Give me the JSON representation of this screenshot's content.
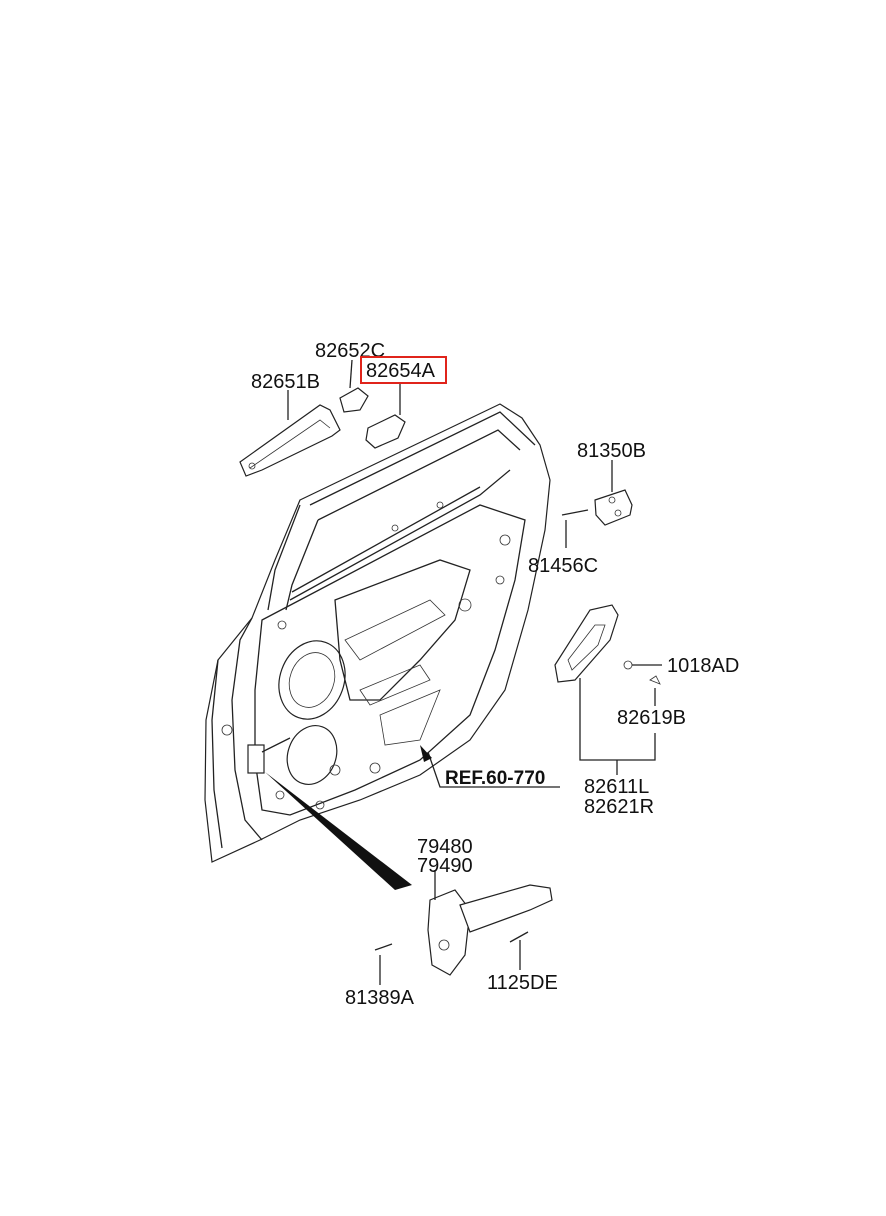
{
  "diagram": {
    "highlight_color": "#e0241b",
    "labels": {
      "p82652C": "82652C",
      "p82654A": "82654A",
      "p82651B": "82651B",
      "p81350B": "81350B",
      "p81456C": "81456C",
      "p1018AD": "1018AD",
      "p82619B": "82619B",
      "ref": "REF.60-770",
      "p82611L": "82611L",
      "p82621R": "82621R",
      "p79480": "79480",
      "p79490": "79490",
      "p1125DE": "1125DE",
      "p81389A": "81389A"
    },
    "highlighted_part": "82654A"
  }
}
